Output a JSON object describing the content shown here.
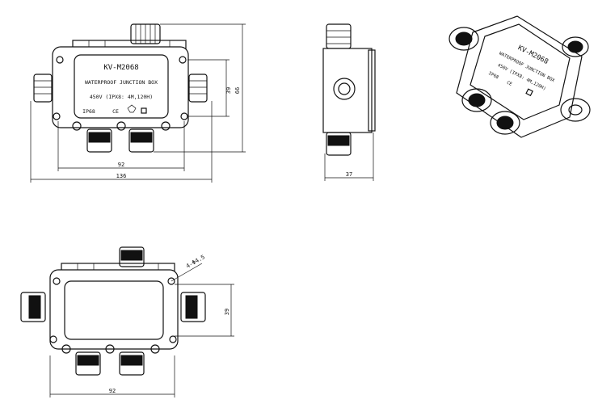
{
  "front_view": {
    "model": "KV-M2068",
    "line1": "WATERPROOF  JUNCTION BOX",
    "line2": "450V  (IPX8: 4M,120H)",
    "ip": "IP68",
    "ce": "CE",
    "dims": {
      "width_mounting": "92",
      "width_total": "136",
      "height_inner": "39",
      "height_total": "66"
    }
  },
  "side_view": {
    "dims": {
      "depth": "37"
    }
  },
  "bottom_view": {
    "dims": {
      "width_mounting": "92",
      "height_inner": "39",
      "hole": "4-Φ4.5"
    }
  },
  "iso_view": {
    "model": "KV-M2068",
    "line1": "WATERPROOF  JUNCTION BOX",
    "line2": "450V  (IPX8: 4M,120H)",
    "ip": "IP68",
    "ce": "CE"
  }
}
